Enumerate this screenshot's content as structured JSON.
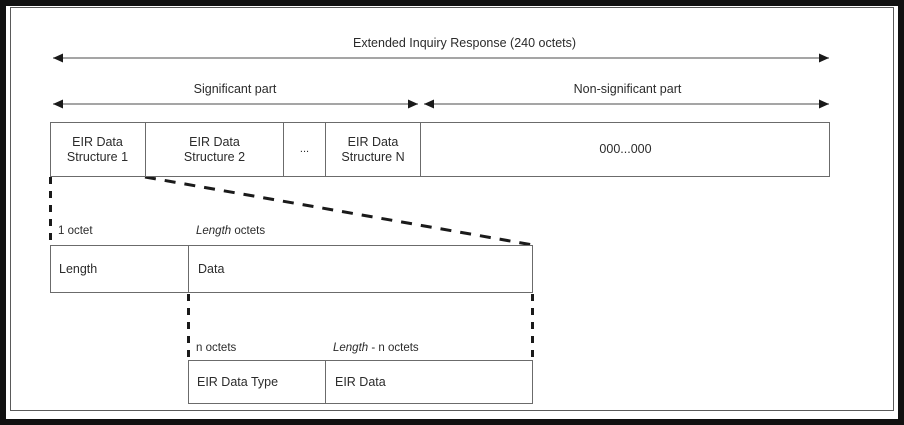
{
  "figure": {
    "title": "Extended Inquiry Response (240 octets)",
    "significant_part_label": "Significant part",
    "nonsignificant_part_label": "Non-significant part"
  },
  "eir_row": {
    "cells": [
      {
        "line1": "EIR Data",
        "line2": "Structure 1"
      },
      {
        "line1": "EIR Data",
        "line2": "Structure 2"
      },
      {
        "line1": "...",
        "line2": ""
      },
      {
        "line1": "EIR Data",
        "line2": "Structure N"
      }
    ],
    "padding_cell": "000...000"
  },
  "structure_row": {
    "size_labels": {
      "first": "1 octet",
      "second_italic": "Length",
      "second_rest": " octets"
    },
    "cells": [
      {
        "label": "Length"
      },
      {
        "label": "Data"
      }
    ]
  },
  "data_row": {
    "size_labels": {
      "first": "n octets",
      "second_italic": "Length",
      "second_rest": " - n octets"
    },
    "cells": [
      {
        "label": "EIR Data Type"
      },
      {
        "label": "EIR Data"
      }
    ]
  },
  "colors": {
    "frame": "#111111",
    "inner_frame": "#5a5a5a",
    "box_border": "#6b6b6b",
    "text": "#2b2b2b",
    "arrow": "#1a1a1a",
    "dashed": "#1a1a1a"
  }
}
